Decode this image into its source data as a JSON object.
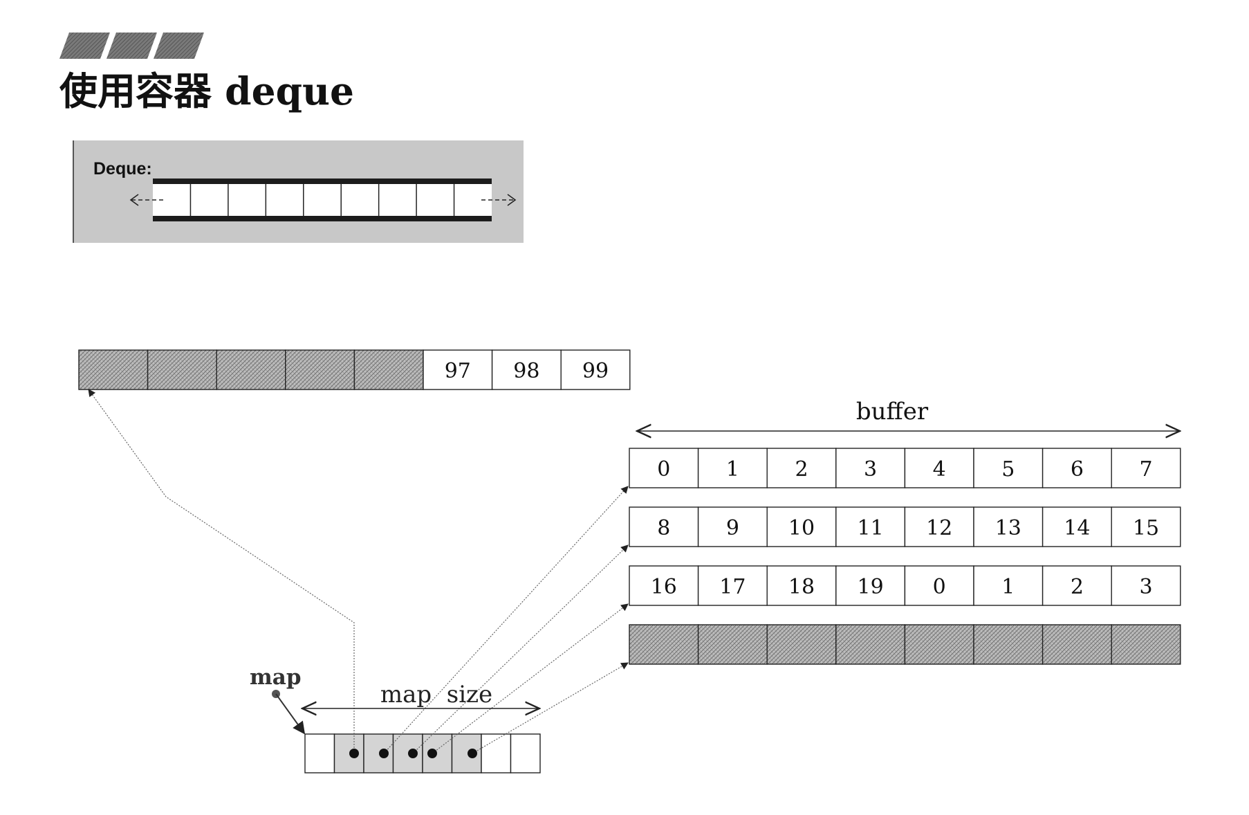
{
  "title": "使用容器 deque",
  "deque_panel": {
    "label": "Deque:",
    "cell_count": 9,
    "bg_color": "#c8c8c8"
  },
  "top_buffer": {
    "hatched_count": 5,
    "values": [
      "97",
      "98",
      "99"
    ]
  },
  "buffer_label": "buffer",
  "buffers": [
    {
      "values": [
        "0",
        "1",
        "2",
        "3",
        "4",
        "5",
        "6",
        "7"
      ],
      "hatched": false
    },
    {
      "values": [
        "8",
        "9",
        "10",
        "11",
        "12",
        "13",
        "14",
        "15"
      ],
      "hatched": false
    },
    {
      "values": [
        "16",
        "17",
        "18",
        "19",
        "0",
        "1",
        "2",
        "3"
      ],
      "hatched": false
    },
    {
      "values": [
        "",
        "",
        "",
        "",
        "",
        "",
        "",
        ""
      ],
      "hatched": true
    }
  ],
  "map": {
    "label": "map",
    "size_label": "map  size",
    "cells": 8,
    "shaded_cells": [
      1,
      2,
      3,
      4,
      5
    ],
    "node_count": 5
  },
  "colors": {
    "hatch": "#9a9a9a",
    "shade": "#d4d4d4",
    "title_bars": "#6a6a6a"
  }
}
